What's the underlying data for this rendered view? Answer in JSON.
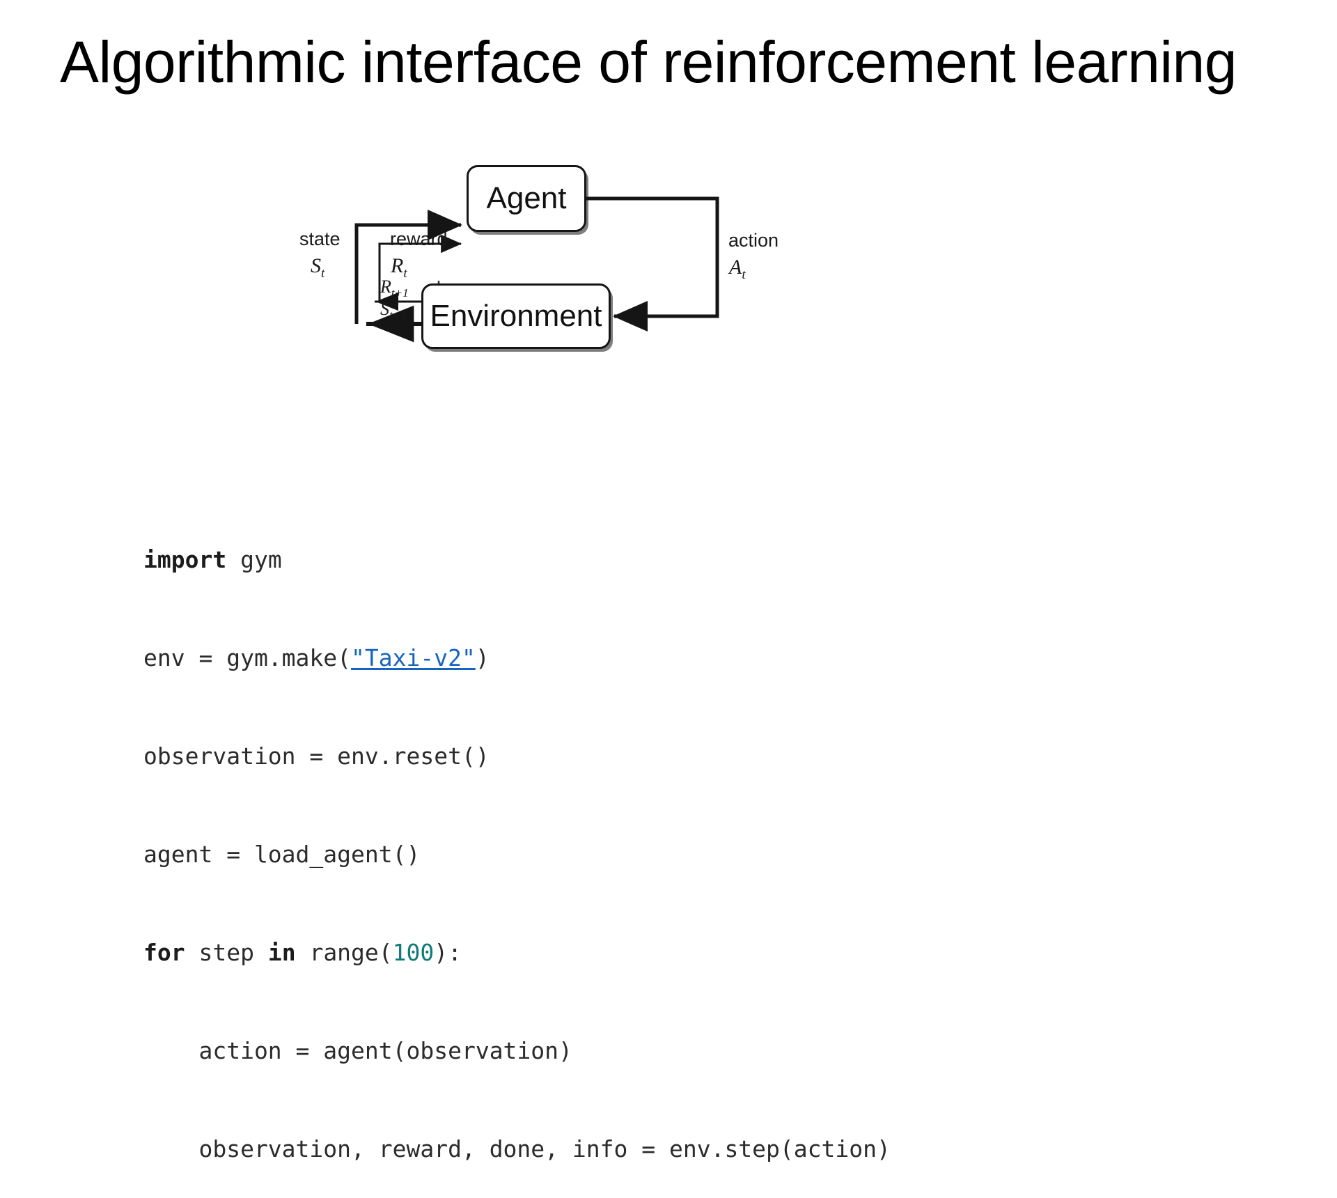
{
  "slide": {
    "title": "Algorithmic interface of reinforcement learning",
    "background_color": "#ffffff",
    "text_color": "#000000"
  },
  "diagram": {
    "name": "agent-environment-interaction-loop",
    "nodes": [
      {
        "id": "agent",
        "label": "Agent"
      },
      {
        "id": "environment",
        "label": "Environment"
      }
    ],
    "labels": {
      "state_word": "state",
      "state_symbol": "S",
      "state_subscript": "t",
      "reward_word": "reward",
      "reward_symbol": "R",
      "reward_subscript": "t",
      "action_word": "action",
      "action_symbol": "A",
      "action_subscript": "t",
      "next_reward_symbol": "R",
      "next_reward_subscript": "t+1",
      "next_state_symbol": "S",
      "next_state_subscript": "t+1"
    },
    "stroke_color": "#151515"
  },
  "code": {
    "language": "python",
    "link_color": "#1565c0",
    "number_color": "#0f7a7a",
    "lines": [
      {
        "id": "line-1",
        "tokens": [
          {
            "text": "import",
            "style": "kw"
          },
          {
            "text": " gym",
            "style": "plain"
          }
        ]
      },
      {
        "id": "line-2",
        "tokens": [
          {
            "text": "env = gym.make(",
            "style": "plain"
          },
          {
            "text": "\"Taxi-v2\"",
            "style": "lnk"
          },
          {
            "text": ")",
            "style": "plain"
          }
        ]
      },
      {
        "id": "line-3",
        "tokens": [
          {
            "text": "observation = env.reset()",
            "style": "plain"
          }
        ]
      },
      {
        "id": "line-4",
        "tokens": [
          {
            "text": "agent = load_agent()",
            "style": "plain"
          }
        ]
      },
      {
        "id": "line-5",
        "tokens": [
          {
            "text": "for",
            "style": "kw"
          },
          {
            "text": " step ",
            "style": "plain"
          },
          {
            "text": "in",
            "style": "kw"
          },
          {
            "text": " range(",
            "style": "plain"
          },
          {
            "text": "100",
            "style": "lit"
          },
          {
            "text": "):",
            "style": "plain"
          }
        ]
      },
      {
        "id": "line-6",
        "tokens": [
          {
            "text": "    action = agent(observation)",
            "style": "plain"
          }
        ]
      },
      {
        "id": "line-7",
        "tokens": [
          {
            "text": "    observation, reward, done, info = env.step(action)",
            "style": "plain"
          }
        ]
      }
    ]
  }
}
